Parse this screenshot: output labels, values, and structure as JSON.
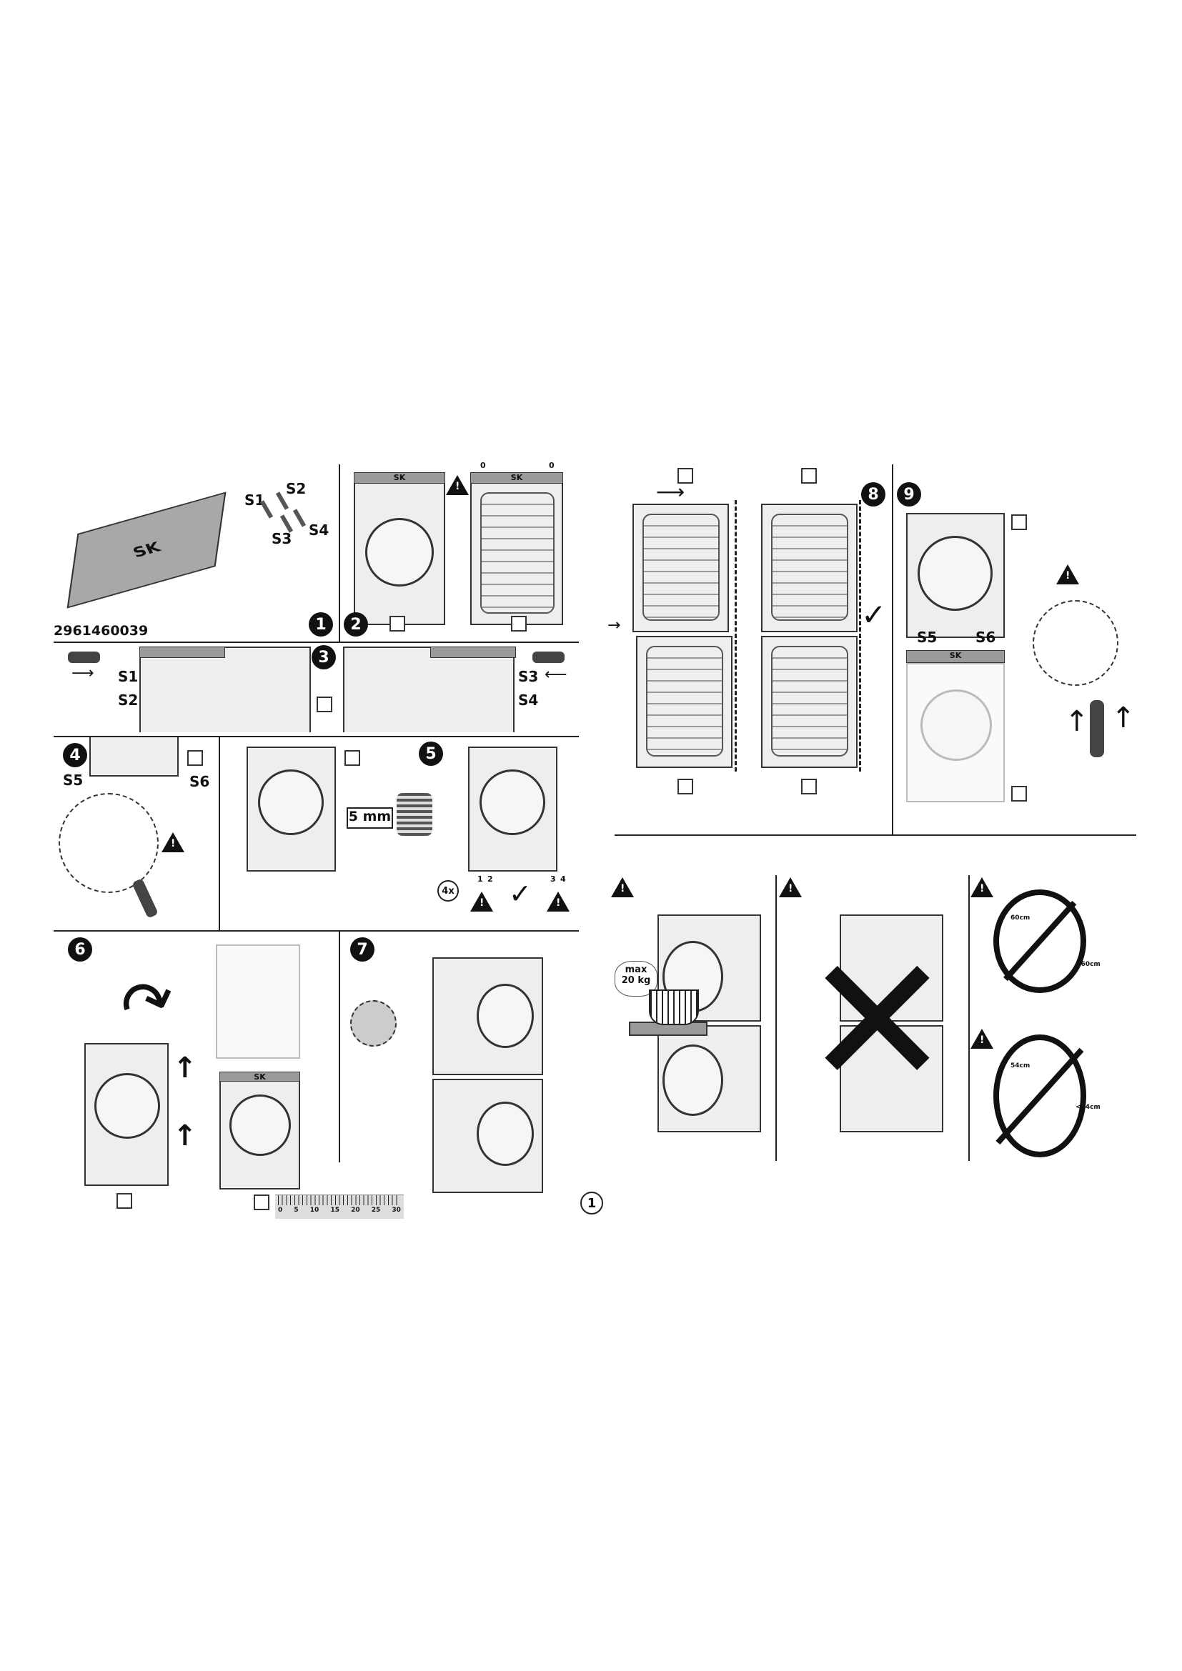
{
  "part_number": "2961460039",
  "kit_label": "SK",
  "steps": [
    "1",
    "2",
    "3",
    "4",
    "5",
    "6",
    "7",
    "8",
    "9"
  ],
  "screws": {
    "s1": "S1",
    "s2": "S2",
    "s3": "S3",
    "s4": "S4",
    "s5": "S5",
    "s6": "S6"
  },
  "gap_labels": [
    "0",
    "0"
  ],
  "step5": {
    "gap": "5 mm",
    "count": "4x",
    "feet": [
      "1",
      "2",
      "3",
      "4"
    ]
  },
  "ruler": {
    "ticks": [
      "0",
      "5",
      "10",
      "15",
      "20",
      "25",
      "30"
    ]
  },
  "page_marker": "1",
  "warnings": {
    "load": "max\n20 kg",
    "width_top_1": "60cm",
    "width_bottom_1": "<60cm",
    "width_top_2": "54cm",
    "width_bottom_2": "<54cm"
  },
  "check_mark": "✓",
  "cross_mark": "✕"
}
